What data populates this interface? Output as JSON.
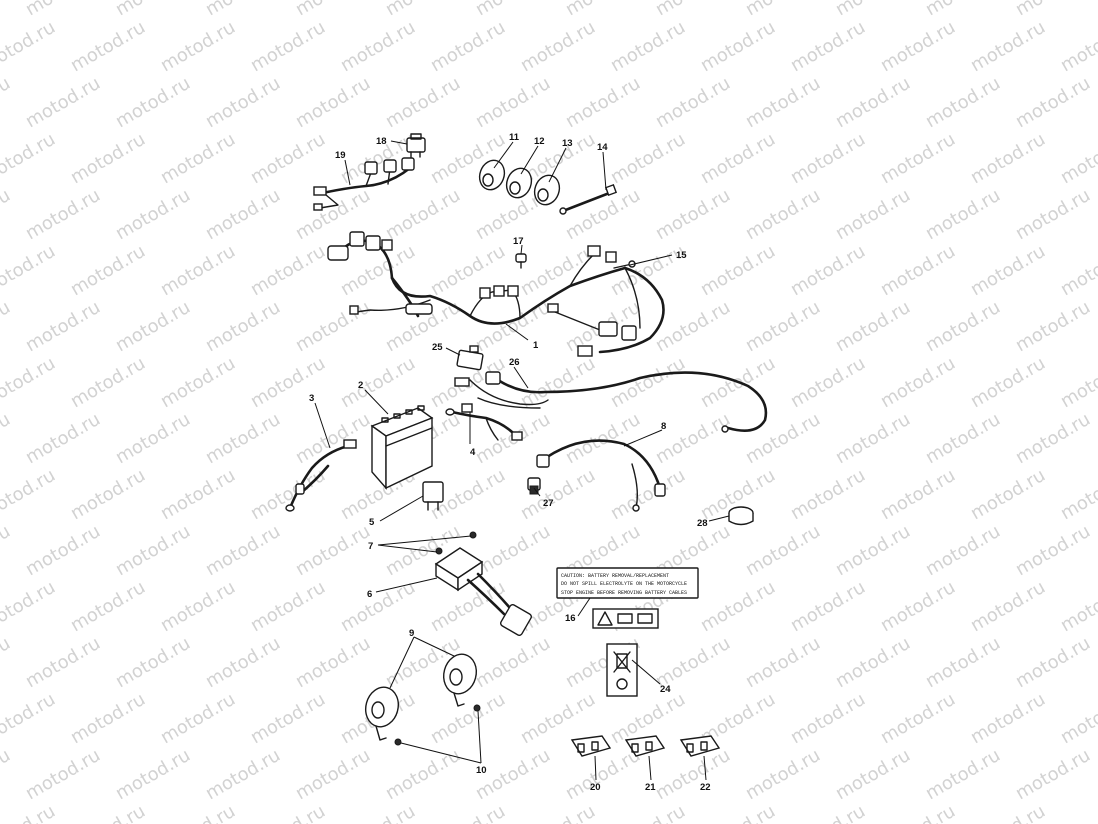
{
  "watermark": "motod.ru",
  "colors": {
    "ink": "#1a1a1a",
    "watermark": "#d2d2d2",
    "background": "#ffffff"
  },
  "callouts": {
    "c1": "1",
    "c2": "2",
    "c3": "3",
    "c4": "4",
    "c5": "5",
    "c6": "6",
    "c7": "7",
    "c8": "8",
    "c9": "9",
    "c10": "10",
    "c11": "11",
    "c12": "12",
    "c13": "13",
    "c14": "14",
    "c15": "15",
    "c16": "16",
    "c17": "17",
    "c18": "18",
    "c19": "19",
    "c20": "20",
    "c21": "21",
    "c22": "22",
    "c24": "24",
    "c25": "25",
    "c26": "26",
    "c27": "27",
    "c28": "28"
  },
  "warning_label": {
    "line1": "CAUTION: BATTERY REMOVAL/REPLACEMENT",
    "line2": "DO NOT SPILL ELECTROLYTE ON THE MOTORCYCLE",
    "line3": "STOP ENGINE BEFORE REMOVING BATTERY CABLES"
  },
  "icons": [
    "warning-triangle-icon",
    "book-icon",
    "battery-icon",
    "crossed-bin-icon",
    "recycle-icon"
  ]
}
